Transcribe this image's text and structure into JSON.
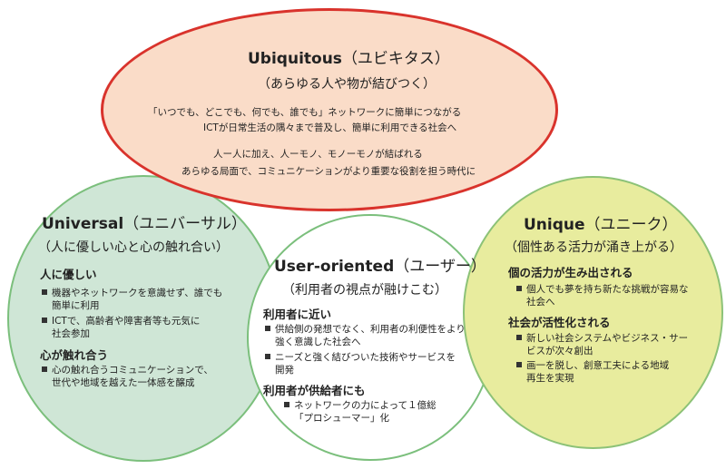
{
  "ubiquitous": {
    "title": "Ubiquitous",
    "kana": "（ユビキタス）",
    "subtitle": "（あらゆる人や物が結びつく）",
    "lines": [
      "「いつでも、どこでも、何でも、誰でも」ネットワークに簡単につながる",
      "ICTが日常生活の隅々まで普及し、簡単に利用できる社会へ",
      "人ー人に加え、人ーモノ、モノーモノが結ばれる",
      "あらゆる局面で、コミュニケーションがより重要な役割を担う時代に"
    ]
  },
  "universal": {
    "title": "Universal",
    "kana": "（ユニバーサル）",
    "subtitle": "（人に優しい心と心の触れ合い）",
    "head1": "人に優しい",
    "b1": [
      "機器やネットワークを意識せず、誰でも",
      "簡単に利用"
    ],
    "b2": [
      "ICTで、高齢者や障害者等も元気に",
      "社会参加"
    ],
    "head2": "心が触れ合う",
    "b3": [
      "心の触れ合うコミュニケーションで、",
      "世代や地域を越えた一体感を醸成"
    ]
  },
  "user": {
    "title": "User-oriented",
    "kana": "（ユーザー）",
    "subtitle": "（利用者の視点が融けこむ）",
    "head1": "利用者に近い",
    "b1": [
      "供給側の発想でなく、利用者の利便性をより",
      "強く意識した社会へ"
    ],
    "b2": [
      "ニーズと強く結びついた技術やサービスを",
      "開発"
    ],
    "head2": "利用者が供給者にも",
    "b3": [
      "ネットワークの力によって１億総",
      "「プロシューマー」化"
    ]
  },
  "unique": {
    "title": "Unique",
    "kana": "（ユニーク）",
    "subtitle": "（個性ある活力が涌き上がる）",
    "head1": "個の活力が生み出される",
    "b1": [
      "個人でも夢を持ち新たな挑戦が容易な",
      "社会へ"
    ],
    "head2": "社会が活性化される",
    "b2": [
      "新しい社会システムやビジネス・サー",
      "ビスが次々創出"
    ],
    "b3": [
      "画一を脱し、創意工夫による地域",
      "再生を実現"
    ]
  }
}
